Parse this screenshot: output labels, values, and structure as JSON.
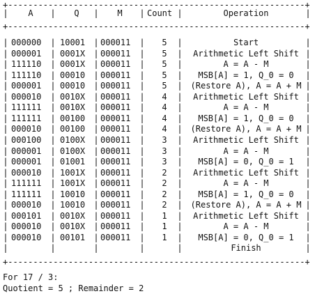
{
  "table": {
    "headers": [
      "A",
      "Q",
      "M",
      "Count",
      "Operation"
    ],
    "rows": [
      [
        "000000",
        "10001",
        "000011",
        "5",
        "Start"
      ],
      [
        "000001",
        "0001X",
        "000011",
        "5",
        "Arithmetic Left Shift"
      ],
      [
        "111110",
        "0001X",
        "000011",
        "5",
        "A = A - M"
      ],
      [
        "111110",
        "00010",
        "000011",
        "5",
        "MSB[A] = 1, Q_0 = 0"
      ],
      [
        "000001",
        "00010",
        "000011",
        "5",
        "(Restore A), A = A + M"
      ],
      [
        "000010",
        "0010X",
        "000011",
        "4",
        "Arithmetic Left Shift"
      ],
      [
        "111111",
        "0010X",
        "000011",
        "4",
        "A = A - M"
      ],
      [
        "111111",
        "00100",
        "000011",
        "4",
        "MSB[A] = 1, Q_0 = 0"
      ],
      [
        "000010",
        "00100",
        "000011",
        "4",
        "(Restore A), A = A + M"
      ],
      [
        "000100",
        "0100X",
        "000011",
        "3",
        "Arithmetic Left Shift"
      ],
      [
        "000001",
        "0100X",
        "000011",
        "3",
        "A = A - M"
      ],
      [
        "000001",
        "01001",
        "000011",
        "3",
        "MSB[A] = 0, Q_0 = 1"
      ],
      [
        "000010",
        "1001X",
        "000011",
        "2",
        "Arithmetic Left Shift"
      ],
      [
        "111111",
        "1001X",
        "000011",
        "2",
        "A = A - M"
      ],
      [
        "111111",
        "10010",
        "000011",
        "2",
        "MSB[A] = 1, Q_0 = 0"
      ],
      [
        "000010",
        "10010",
        "000011",
        "2",
        "(Restore A), A = A + M"
      ],
      [
        "000101",
        "0010X",
        "000011",
        "1",
        "Arithmetic Left Shift"
      ],
      [
        "000010",
        "0010X",
        "000011",
        "1",
        "A = A - M"
      ],
      [
        "000010",
        "00101",
        "000011",
        "1",
        "MSB[A] = 0, Q_0 = 1"
      ],
      [
        "",
        "",
        "",
        "",
        "Finish"
      ]
    ]
  },
  "footer": {
    "line1": "For 17 / 3:",
    "line2": "Quotient = 5 ; Remainder = 2"
  },
  "border_text": "+-----------------------------------------------------------+"
}
